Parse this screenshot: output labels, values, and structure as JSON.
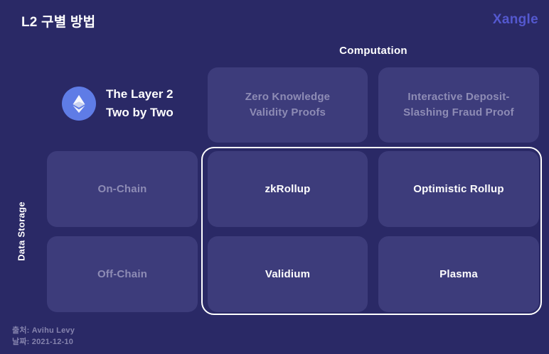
{
  "page": {
    "title": "L2 구별 방법",
    "brand": "Xangle",
    "colors": {
      "background": "#2a2966",
      "cell": "#3d3c7b",
      "muted_text": "#8e8cb5",
      "bright_text": "#ffffff",
      "brand": "#5458cf",
      "eth_circle": "#5f7ce6",
      "highlight_border": "#ffffff"
    }
  },
  "legend": {
    "icon": "ethereum-icon",
    "line1": "The Layer 2",
    "line2": "Two by Two"
  },
  "matrix": {
    "column_axis_label": "Computation",
    "row_axis_label": "Data Storage",
    "column_headers": [
      {
        "line1": "Zero Knowledge",
        "line2": "Validity Proofs"
      },
      {
        "line1": "Interactive Deposit-",
        "line2": "Slashing Fraud Proof"
      }
    ],
    "row_headers": [
      "On-Chain",
      "Off-Chain"
    ],
    "cells": [
      [
        "zkRollup",
        "Optimistic Rollup"
      ],
      [
        "Validium",
        "Plasma"
      ]
    ]
  },
  "footer": {
    "source": "출처: Avihu Levy",
    "date": "날짜: 2021-12-10"
  }
}
